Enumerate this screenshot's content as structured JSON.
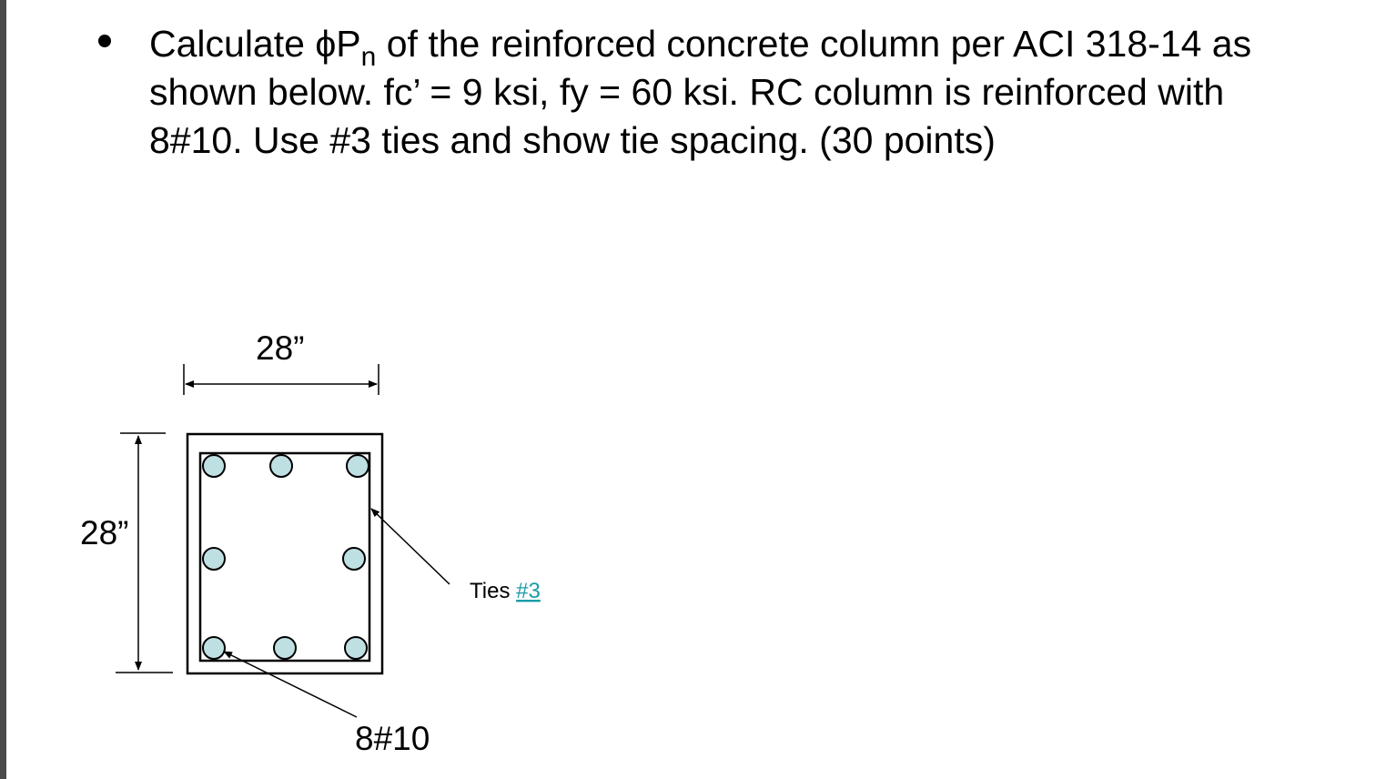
{
  "question": {
    "line1_a": "Calculate ",
    "phi": "ϕ",
    "p": "P",
    "sub_n": "n",
    "line1_b": " of the reinforced concrete column per ACI 318-14 as",
    "line2": "shown below. fc’ = 9 ksi, fy = 60 ksi. RC column is reinforced with",
    "line3": "8#10. Use #3 ties and show tie spacing. (30 points)"
  },
  "diagram": {
    "width_label": "28”",
    "height_label": "28”",
    "ties_text": "Ties ",
    "ties_link": "#3",
    "bars_label": "8#10",
    "rebar_fill": "#bfe0e2",
    "link_color": "#1a9ba8"
  }
}
